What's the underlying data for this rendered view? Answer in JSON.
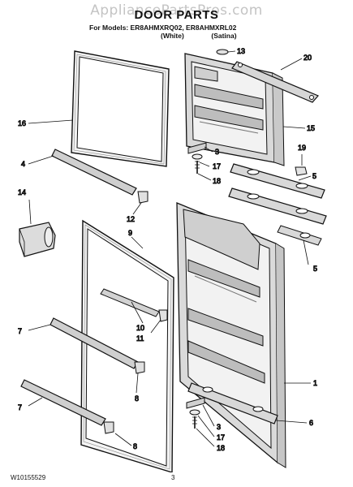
{
  "header": {
    "watermark": "AppliancePartsPros.com",
    "title": "DOOR PARTS",
    "models_prefix": "For Models:",
    "models": "ER8AHMXRQ02, ER8AHMXRL02",
    "variants": [
      "(White)",
      "(Satina)"
    ]
  },
  "callouts": {
    "c13": "13",
    "c20": "20",
    "c15": "15",
    "c3a": "3",
    "c17a": "17",
    "c18a": "18",
    "c19": "19",
    "c5a": "5",
    "c5b": "5",
    "c16": "16",
    "c4": "4",
    "c14": "14",
    "c12": "12",
    "c9": "9",
    "c7a": "7",
    "c10": "10",
    "c11": "11",
    "c8a": "8",
    "c7b": "7",
    "c8b": "8",
    "c1": "1",
    "c6": "6",
    "c3b": "3",
    "c17b": "17",
    "c18b": "18"
  },
  "footer": {
    "doc_number": "W10155529",
    "page_number": "3"
  }
}
